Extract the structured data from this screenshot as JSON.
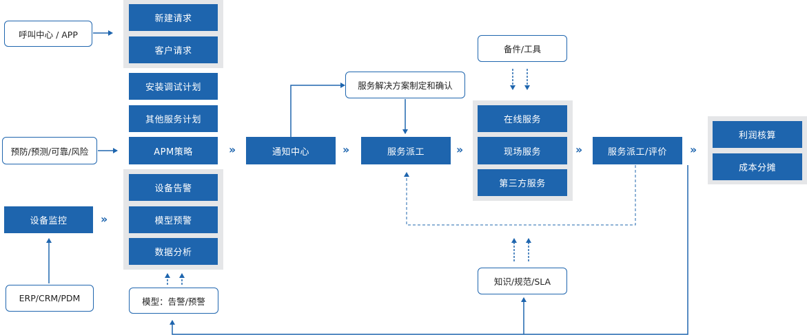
{
  "colors": {
    "primary": "#1e65ae",
    "panel": "#e5e6e8"
  },
  "sources": {
    "call_center": "呼叫中心 / APP",
    "prevention": "预防/预测/可靠/风险",
    "device_monitor": "设备监控",
    "erp": "ERP/CRM/PDM",
    "model": "模型：告警/预警"
  },
  "requests": {
    "new_request": "新建请求",
    "customer_request": "客户请求",
    "install_plan": "安装调试计划",
    "other_plan": "其他服务计划",
    "apm": "APM策略",
    "device_alarm": "设备告警",
    "model_warning": "模型预警",
    "data_analysis": "数据分析"
  },
  "flow": {
    "notify_center": "通知中心",
    "solution": "服务解决方案制定和确认",
    "dispatch": "服务派工",
    "spares": "备件/工具",
    "knowledge": "知识/规范/SLA",
    "dispatch_eval": "服务派工/评价"
  },
  "services": {
    "online": "在线服务",
    "onsite": "现场服务",
    "third_party": "第三方服务"
  },
  "finance": {
    "profit": "利润核算",
    "cost": "成本分摊"
  },
  "chevron_glyph": "››"
}
